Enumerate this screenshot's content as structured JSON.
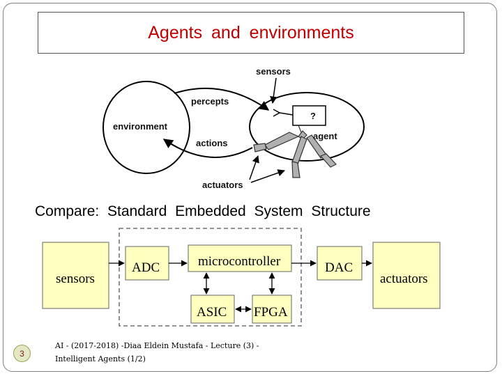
{
  "title": "Agents  and  environments",
  "agent_diagram": {
    "sensors": "sensors",
    "percepts": "percepts",
    "environment": "environment",
    "actions": "actions",
    "agent": "agent",
    "unknown": "?",
    "actuators": "actuators"
  },
  "compare_heading": "Compare:  Standard  Embedded  System  Structure",
  "embedded": {
    "sensors": "sensors",
    "adc": "ADC",
    "microcontroller": "microcontroller",
    "asic": "ASIC",
    "fpga": "FPGA",
    "dac": "DAC",
    "actuators": "actuators"
  },
  "footer": {
    "line1": "AI - (2017-2018) -Diaa Eldein Mustafa - Lecture (3) -",
    "line2": "Intelligent Agents (1/2)"
  },
  "slide_number": "3",
  "colors": {
    "title": "#c00000",
    "block_fill": "#ffffc0"
  }
}
